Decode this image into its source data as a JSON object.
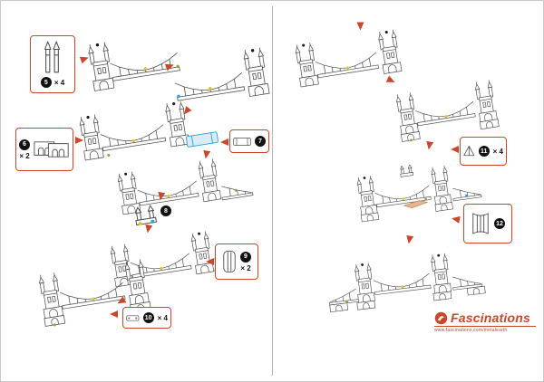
{
  "colors": {
    "accent_red": "#c9472a",
    "line_gray": "#4d4d4d",
    "marker_yellow": "#e2c51f",
    "marker_green": "#7cb342",
    "marker_blue": "#2b9fd8",
    "marker_black": "#1a1a1a",
    "highlight_blue_fill": "#d6ecf9",
    "highlight_tan": "#e8b48d"
  },
  "callouts": {
    "c5": {
      "number": "5",
      "qty": "× 4"
    },
    "c6": {
      "number": "6",
      "qty": "× 2"
    },
    "c7": {
      "number": "7"
    },
    "c9": {
      "number": "9",
      "qty": "× 2"
    },
    "c10": {
      "number": "10",
      "qty": "× 4"
    },
    "c11": {
      "number": "11",
      "qty": "× 4"
    },
    "c12": {
      "number": "12"
    }
  },
  "markers": {
    "m8": "8"
  },
  "logo": {
    "brand": "Fascinations",
    "website": "www.fascinations.com/metalearth"
  }
}
